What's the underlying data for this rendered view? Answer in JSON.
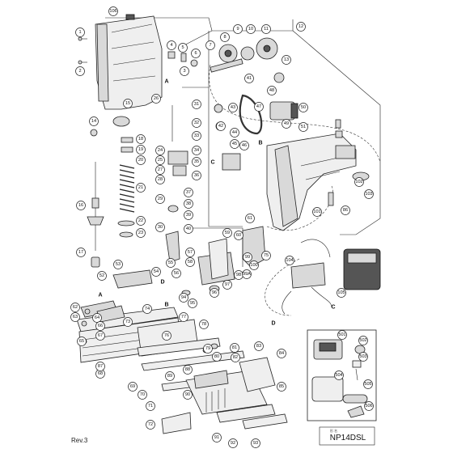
{
  "model": "NP14DSL",
  "revision": "Rev.3",
  "model_subtitle": "形 名",
  "reference_letters": [
    "A",
    "B",
    "C",
    "D"
  ],
  "callouts": [
    "1",
    "2",
    "3",
    "4",
    "5",
    "6",
    "7",
    "8",
    "9",
    "10",
    "11",
    "12",
    "13",
    "14",
    "15",
    "16",
    "17",
    "18",
    "19",
    "20",
    "21",
    "22",
    "23",
    "24",
    "25",
    "26",
    "27",
    "28",
    "29",
    "30",
    "31",
    "32",
    "33",
    "34",
    "35",
    "36",
    "37",
    "38",
    "39",
    "40",
    "41",
    "42",
    "43",
    "44",
    "45",
    "46",
    "47",
    "48",
    "49",
    "50",
    "51",
    "52",
    "53",
    "54",
    "55",
    "56",
    "57",
    "58",
    "59",
    "60",
    "61",
    "62",
    "63",
    "64",
    "65",
    "66",
    "67",
    "68",
    "69",
    "70",
    "71",
    "72",
    "73",
    "74",
    "75",
    "76",
    "77",
    "78",
    "79",
    "80",
    "81",
    "82",
    "83",
    "84",
    "85",
    "86",
    "87",
    "88",
    "89",
    "90",
    "91",
    "92",
    "93",
    "94",
    "95",
    "96",
    "97",
    "98",
    "99",
    "99A",
    "100",
    "101",
    "102",
    "103",
    "104",
    "105",
    "106",
    "501",
    "502",
    "503",
    "504",
    "505",
    "506"
  ]
}
